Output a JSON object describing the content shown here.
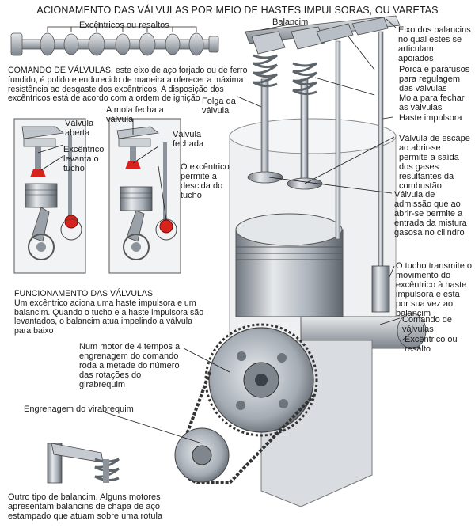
{
  "title": "ACIONAMENTO DAS VÁLVULAS POR MEIO DE HASTES IMPULSORAS, OU VARETAS",
  "camshaft_label": "Excêntricos ou resaltos",
  "comando": {
    "heading": "COMANDO DE VÁLVULAS,",
    "body": "este eixo de aço forjado ou de ferro fundido, é polido e endurecido de maneira a oferecer a máxima resistência ao desgaste dos excêntricos. A disposição dos excêntricos está de acordo com a ordem de ignição"
  },
  "small_left": {
    "valve_open": "Válvula aberta",
    "cam_lifts": "Excêntrico levanta o tucho"
  },
  "small_right": {
    "spring_closes": "A mola fecha a válvula",
    "valve_closed": "Válvula fechada",
    "cam_allows": "O excêntrico permite a descida do tucho"
  },
  "funcionamento": {
    "heading": "FUNCIONAMENTO DAS VÁLVULAS",
    "body": "Um excêntrico aciona uma haste impulsora e um balancim. Quando o tucho e a haste impulsora são levantados, o balancim atua impelindo a válvula para baixo"
  },
  "main_labels": {
    "balancim": "Balancim",
    "eixo": "Eixo dos balancins no qual estes se articulam apoiados",
    "folga": "Folga da válvula",
    "porca": "Porca e parafusos para regulagem das válvulas",
    "mola": "Mola para fechar as válvulas",
    "haste": "Haste impulsora",
    "escape": "Válvula de escape ao abrir-se permite a saída dos gases resultantes da combustão",
    "admissao": "Válvula de admissão que ao abrir-se permite a entrada da mistura gasosa no cilindro",
    "tucho": "O tucho transmite o movimento do excêntrico à haste impulsora e esta por sua vez ao balancim",
    "comando_valvulas": "Comando de válvulas",
    "excentrico": "Excêntrico ou resalto",
    "motor4": "Num motor de 4 tempos a engrenagem do comando roda a metade do número das rotações do girabrequim",
    "engrenagem": "Engrenagem do virabrequim",
    "outro_tipo": "Outro tipo de balancim. Alguns motores apresentam balancins de chapa de aço estampado que atuam sobre uma rotula"
  },
  "colors": {
    "metal_light": "#d9dde2",
    "metal_mid": "#a9b0b8",
    "metal_dark": "#5d646c",
    "accent_red": "#d8231c",
    "line": "#1a1a1a"
  }
}
